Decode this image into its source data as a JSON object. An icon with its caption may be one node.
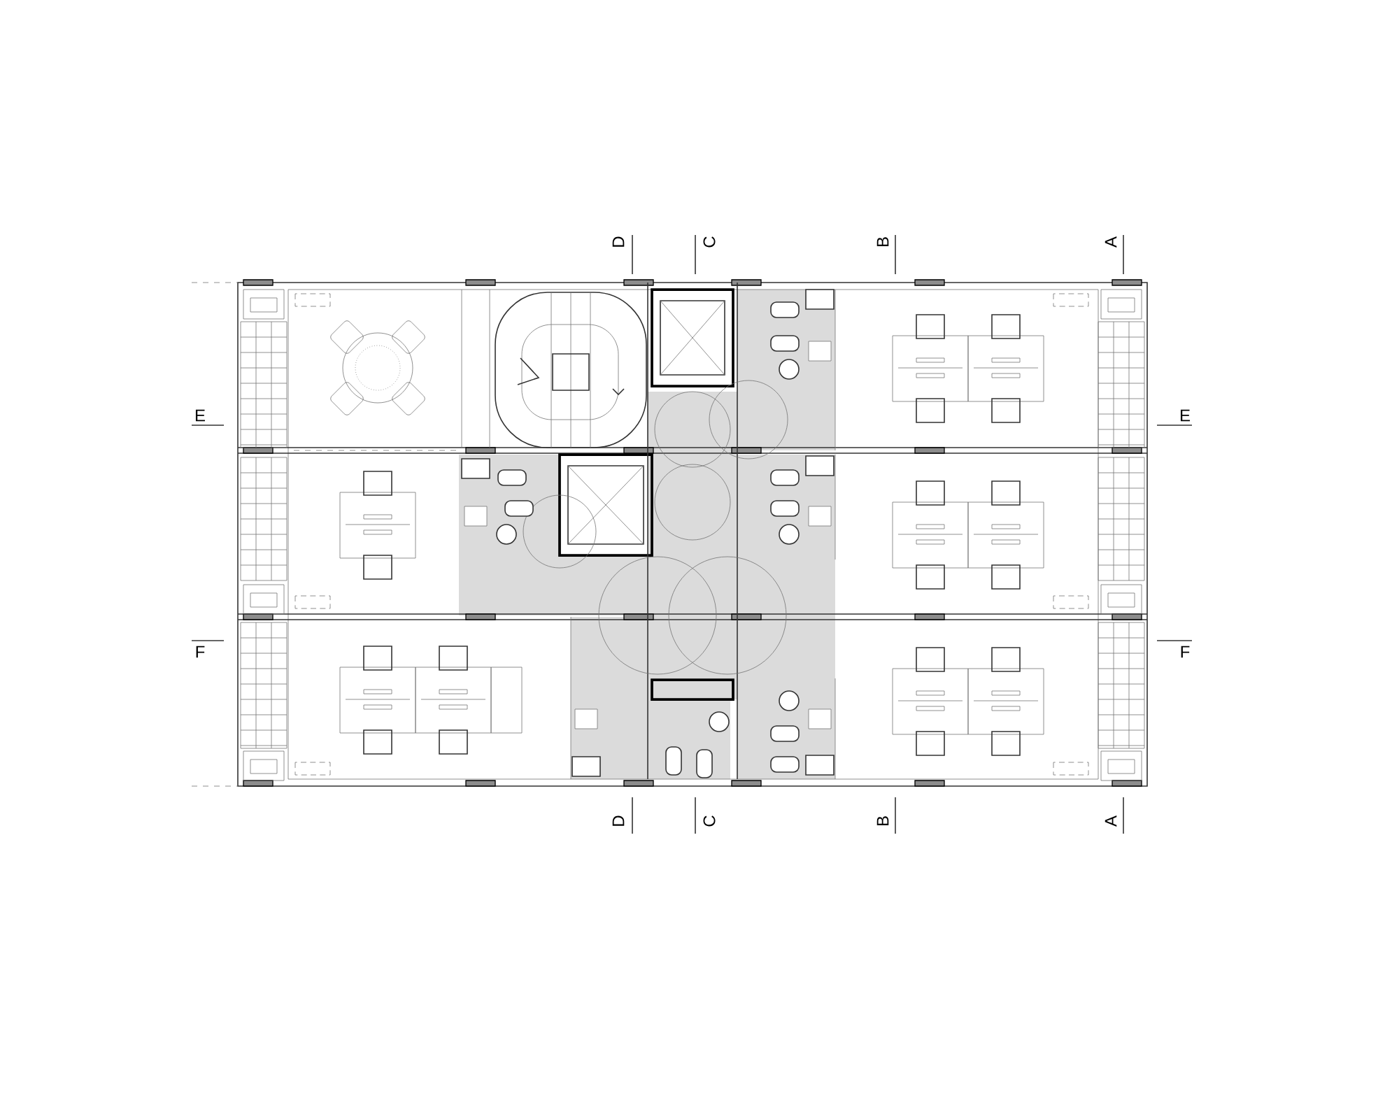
{
  "diagram": {
    "labels": [
      "D",
      "C",
      "B",
      "A",
      "E",
      "E",
      "F",
      "F",
      "D",
      "C",
      "B",
      "A"
    ]
  }
}
